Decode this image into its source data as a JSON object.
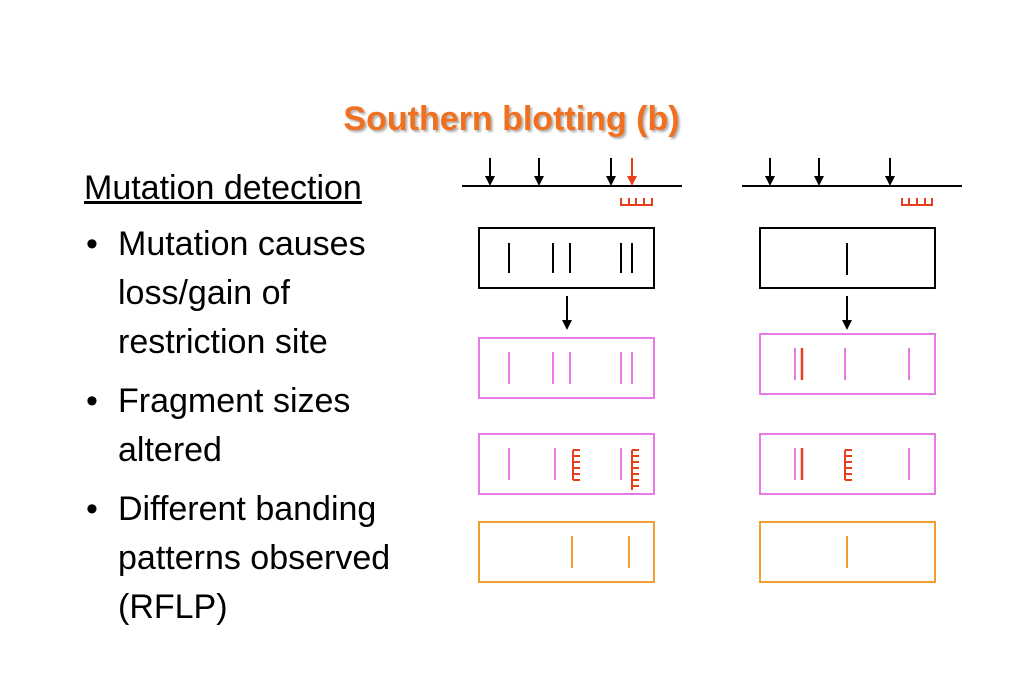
{
  "slide": {
    "title": "Southern blotting (b)",
    "heading": "Mutation detection",
    "bullets": [
      {
        "marker": "•",
        "lines": [
          "Mutation causes",
          "loss/gain of",
          "restriction site"
        ]
      },
      {
        "marker": "•",
        "lines": [
          "Fragment sizes",
          "altered"
        ]
      },
      {
        "marker": "•",
        "lines": [
          "Different banding",
          "patterns observed",
          "(RFLP)"
        ]
      }
    ]
  },
  "colors": {
    "title": "#f07020",
    "black": "#000000",
    "red": "#e8401c",
    "magenta": "#e87ae8",
    "orange": "#f0a030"
  },
  "icons": {
    "site_arrow": "down-arrow-icon",
    "probe": "probe-comb-icon",
    "transfer_arrow": "down-arrow-icon"
  }
}
